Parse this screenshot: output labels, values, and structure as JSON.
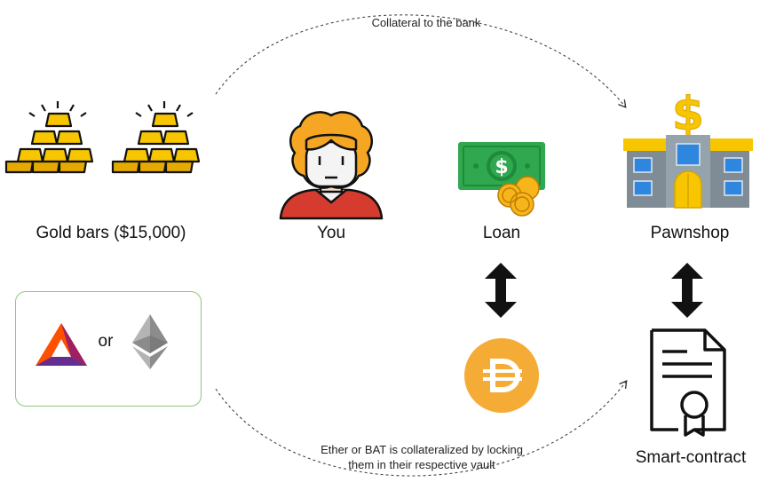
{
  "labels": {
    "gold": "Gold bars ($15,000)",
    "you": "You",
    "loan": "Loan",
    "pawnshop": "Pawnshop",
    "smart_contract": "Smart-contract",
    "or": "or"
  },
  "arrows": {
    "top": "Collateral to the bank",
    "bottom_line1": "Ether or BAT is collateralized by locking",
    "bottom_line2": "them in their respective vault"
  },
  "icons": {
    "gold": "gold-bars-icon",
    "person": "person-icon",
    "money": "money-bill-coins-icon",
    "bank": "pawnshop-building-icon",
    "bat": "bat-token-icon",
    "eth": "ether-token-icon",
    "dai": "dai-coin-icon",
    "contract": "smart-contract-document-icon"
  },
  "colors": {
    "gold": "#f7c600",
    "hair": "#f5a623",
    "shirt": "#d63b2f",
    "bill": "#2fa84f",
    "dai": "#f5ac37",
    "box_border": "#8fc77a"
  }
}
